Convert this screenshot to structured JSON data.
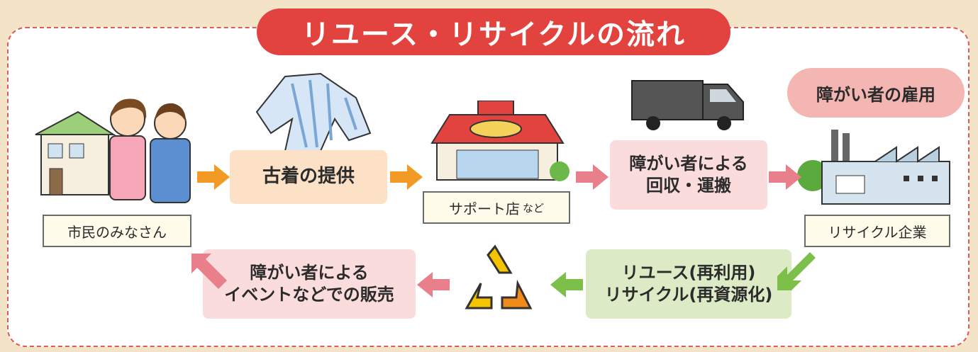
{
  "title": "リユース・リサイクルの流れ",
  "nodes": {
    "citizens": "市民のみなさん",
    "provide": "古着の提供",
    "shop_name": "サポート店",
    "shop_suffix": "など",
    "collect_line1": "障がい者による",
    "collect_line2": "回収・運搬",
    "employment": "障がい者の雇用",
    "company": "リサイクル企業",
    "reuse_line1": "リユース(再利用)",
    "reuse_line2": "リサイクル(再資源化)",
    "sale_line1": "障がい者による",
    "sale_line2": "イベントなどでの販売"
  },
  "colors": {
    "title_bg": "#e2433f",
    "border": "#e05a55",
    "orange_box": "#fde1c6",
    "orange_arrow": "#f39a24",
    "pink_box": "#fbdcdc",
    "pink_arrow": "#e87f8a",
    "green_box": "#dcebc6",
    "green_arrow": "#7cc04a",
    "recycle_yellow": "#f5c400"
  },
  "icons": [
    "house-people-icon",
    "shirt-icon",
    "shop-icon",
    "truck-icon",
    "factory-icon",
    "recycle-icon"
  ]
}
